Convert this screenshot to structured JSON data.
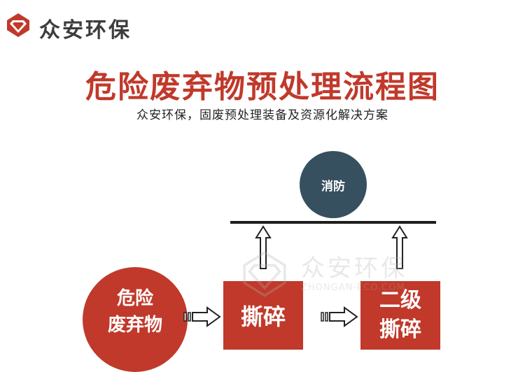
{
  "header": {
    "brand": "众安环保"
  },
  "title": "危险废弃物预处理流程图",
  "subtitle": "众安环保，固废预处理装备及资源化解决方案",
  "nodes": {
    "waste": {
      "line1": "危险",
      "line2": "废弃物"
    },
    "shred1": {
      "label": "撕碎"
    },
    "shred2": {
      "line1": "二级",
      "line2": "撕碎"
    },
    "fire": {
      "label": "消防"
    }
  },
  "watermark": {
    "text": "众安环保",
    "sub": "ZHONGAN-ECO.COM"
  },
  "colors": {
    "accent": "#c0392b",
    "dark_node": "#36505f",
    "text": "#3d3d3d"
  },
  "icons": {
    "logo": "diamond-logo-icon"
  }
}
